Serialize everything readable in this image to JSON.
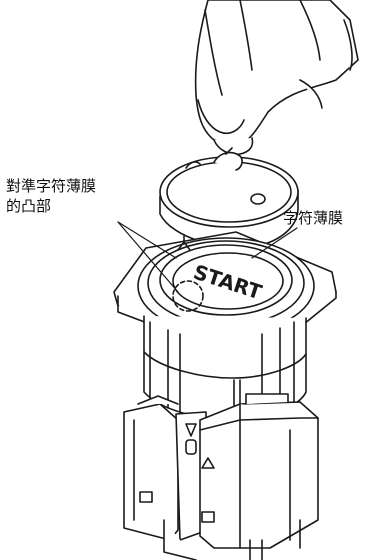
{
  "labels": {
    "align_line1": "對準字符薄膜",
    "align_line2": "的凸部",
    "film": "字符薄膜"
  },
  "button_text": "START",
  "colors": {
    "line": "#1a1a1a",
    "fill": "#ffffff",
    "shade": "#d9d9d9"
  }
}
